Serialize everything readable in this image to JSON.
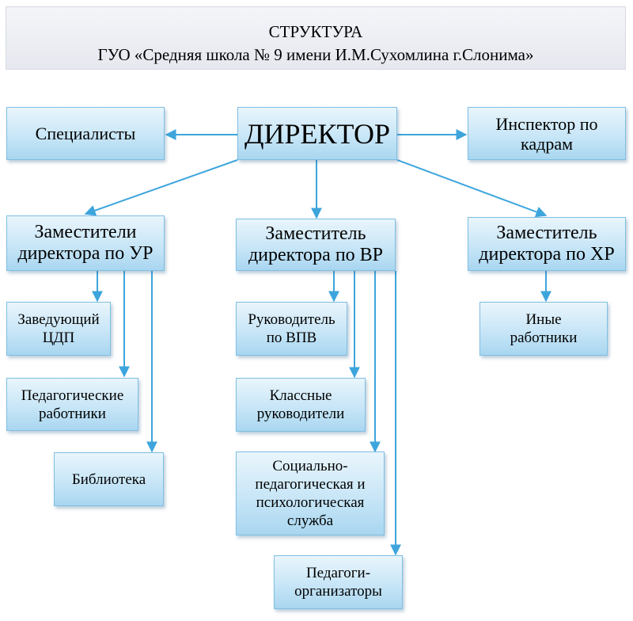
{
  "title": {
    "line1": "СТРУКТУРА",
    "line2": "ГУО «Средняя школа № 9 имени И.М.Сухомлина г.Слонима»"
  },
  "nodes": {
    "director": "ДИРЕКТОР",
    "specialists": "Специалисты",
    "hr_inspector": "Инспектор по кадрам",
    "deputy_ur": "Заместители директора по УР",
    "deputy_vr": "Заместитель директора по ВР",
    "deputy_hr": "Заместитель директора по ХР",
    "head_cdp": "Заведующий ЦДП",
    "teachers": "Педагогические работники",
    "library": "Библиотека",
    "head_vpv": "Руководитель по ВПВ",
    "class_teachers": "Классные руководители",
    "social_service": "Социально-педагогическая и психологическая служба",
    "organizers": "Педагоги-организаторы",
    "other_staff": "Иные работники"
  },
  "colors": {
    "node_fill_top": "#e9f5fc",
    "node_fill_bottom": "#a9d6f0",
    "node_border": "#7fbfe3",
    "connector": "#3da5dc"
  }
}
